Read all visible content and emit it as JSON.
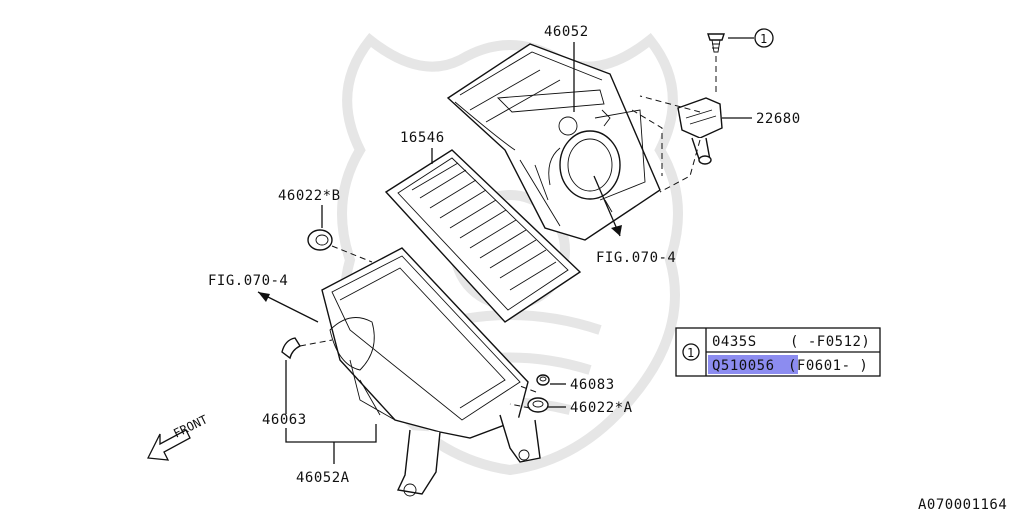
{
  "diagram": {
    "labels": {
      "p46052": "46052",
      "p16546": "16546",
      "p46022b": "46022*B",
      "fig_left": "FIG.070-4",
      "fig_right": "FIG.070-4",
      "p22680": "22680",
      "p46083": "46083",
      "p46022a": "46022*A",
      "p46063": "46063",
      "p46052a": "46052A",
      "front": "FRONT",
      "callout_top": "1",
      "ref_id": "A070001164"
    },
    "table": {
      "marker": "1",
      "rows": [
        {
          "part": "0435S",
          "range": "( -F0512)"
        },
        {
          "part": "Q510056",
          "range": "(F0601- )"
        }
      ],
      "highlight_color": "#8c8cf0"
    }
  }
}
